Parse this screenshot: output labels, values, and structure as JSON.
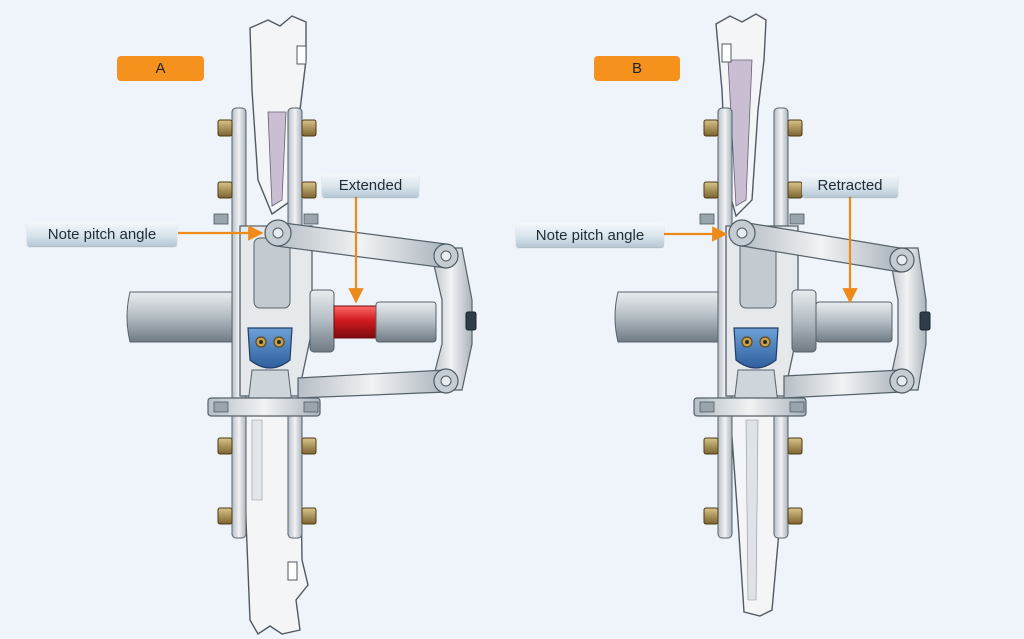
{
  "panels": [
    {
      "id": "A",
      "label": "A",
      "pitch_label": "Note pitch angle",
      "state_label": "Extended"
    },
    {
      "id": "B",
      "label": "B",
      "pitch_label": "Note pitch angle",
      "state_label": "Retracted"
    }
  ],
  "colors": {
    "background": "#eef4f9",
    "panel_label": "#f5921e",
    "arrow": "#ee8a1a",
    "piston_extended": "#c8141c",
    "metal": "#c9d1d7",
    "bolt": "#a98a4a",
    "counterweight": "#3f77b8"
  }
}
